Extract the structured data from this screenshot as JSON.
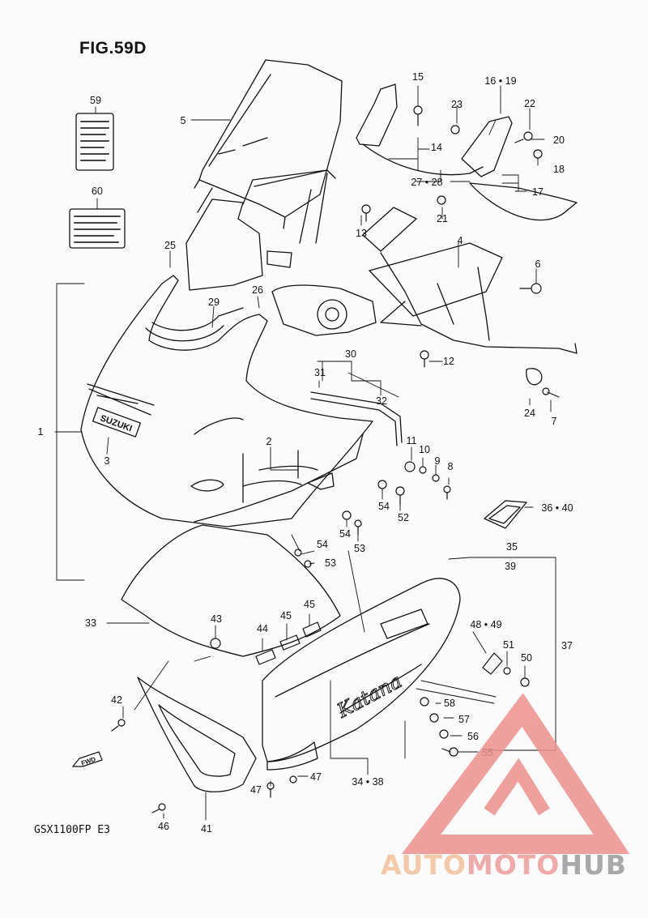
{
  "figure": {
    "title": "FIG.59D",
    "model": "GSX1100FP  E3"
  },
  "colors": {
    "ink": "#111111",
    "paper": "#fbfbfb",
    "watermark_red": "#ee8f8c",
    "watermark_orange": "#f3c9a8",
    "watermark_gray": "#a9a9a9"
  },
  "callouts": [
    {
      "id": "c59",
      "text": "59"
    },
    {
      "id": "c60",
      "text": "60"
    },
    {
      "id": "c5",
      "text": "5"
    },
    {
      "id": "c25",
      "text": "25"
    },
    {
      "id": "c26",
      "text": "26"
    },
    {
      "id": "c29",
      "text": "29"
    },
    {
      "id": "c1",
      "text": "1"
    },
    {
      "id": "c3",
      "text": "3"
    },
    {
      "id": "c2",
      "text": "2"
    },
    {
      "id": "c15",
      "text": "15"
    },
    {
      "id": "c16",
      "text": "16 • 19"
    },
    {
      "id": "c23",
      "text": "23"
    },
    {
      "id": "c22",
      "text": "22"
    },
    {
      "id": "c14",
      "text": "14"
    },
    {
      "id": "c20",
      "text": "20"
    },
    {
      "id": "c18",
      "text": "18"
    },
    {
      "id": "c2728",
      "text": "27 • 28"
    },
    {
      "id": "c17",
      "text": "17"
    },
    {
      "id": "c21",
      "text": "21"
    },
    {
      "id": "c13",
      "text": "13"
    },
    {
      "id": "c4",
      "text": "4"
    },
    {
      "id": "c6",
      "text": "6"
    },
    {
      "id": "c12",
      "text": "12"
    },
    {
      "id": "c30",
      "text": "30"
    },
    {
      "id": "c31",
      "text": "31"
    },
    {
      "id": "c32",
      "text": "32"
    },
    {
      "id": "c24",
      "text": "24"
    },
    {
      "id": "c7",
      "text": "7"
    },
    {
      "id": "c11",
      "text": "11"
    },
    {
      "id": "c10",
      "text": "10"
    },
    {
      "id": "c9",
      "text": "9"
    },
    {
      "id": "c8",
      "text": "8"
    },
    {
      "id": "c54a",
      "text": "54"
    },
    {
      "id": "c52",
      "text": "52"
    },
    {
      "id": "c3640",
      "text": "36 • 40"
    },
    {
      "id": "c54b",
      "text": "54"
    },
    {
      "id": "c53a",
      "text": "53"
    },
    {
      "id": "c54c",
      "text": "54"
    },
    {
      "id": "c53b",
      "text": "53"
    },
    {
      "id": "c35",
      "text": "35"
    },
    {
      "id": "c39",
      "text": "39"
    },
    {
      "id": "c33",
      "text": "33"
    },
    {
      "id": "c43",
      "text": "43"
    },
    {
      "id": "c44",
      "text": "44"
    },
    {
      "id": "c45a",
      "text": "45"
    },
    {
      "id": "c45b",
      "text": "45"
    },
    {
      "id": "c4849",
      "text": "48 • 49"
    },
    {
      "id": "c37",
      "text": "37"
    },
    {
      "id": "c51",
      "text": "51"
    },
    {
      "id": "c50",
      "text": "50"
    },
    {
      "id": "c42",
      "text": "42"
    },
    {
      "id": "c58",
      "text": "58"
    },
    {
      "id": "c57",
      "text": "57"
    },
    {
      "id": "c56",
      "text": "56"
    },
    {
      "id": "c55",
      "text": "55"
    },
    {
      "id": "c47a",
      "text": "47"
    },
    {
      "id": "c47b",
      "text": "47"
    },
    {
      "id": "c3438",
      "text": "34 • 38"
    },
    {
      "id": "c46",
      "text": "46"
    },
    {
      "id": "c41",
      "text": "41"
    }
  ],
  "decals": {
    "brand": "SUZUKI",
    "script": "Katana",
    "fwd": "FWD"
  },
  "watermark": {
    "part1": "AUTO",
    "part2": "MOTO",
    "part3": "HUB"
  }
}
